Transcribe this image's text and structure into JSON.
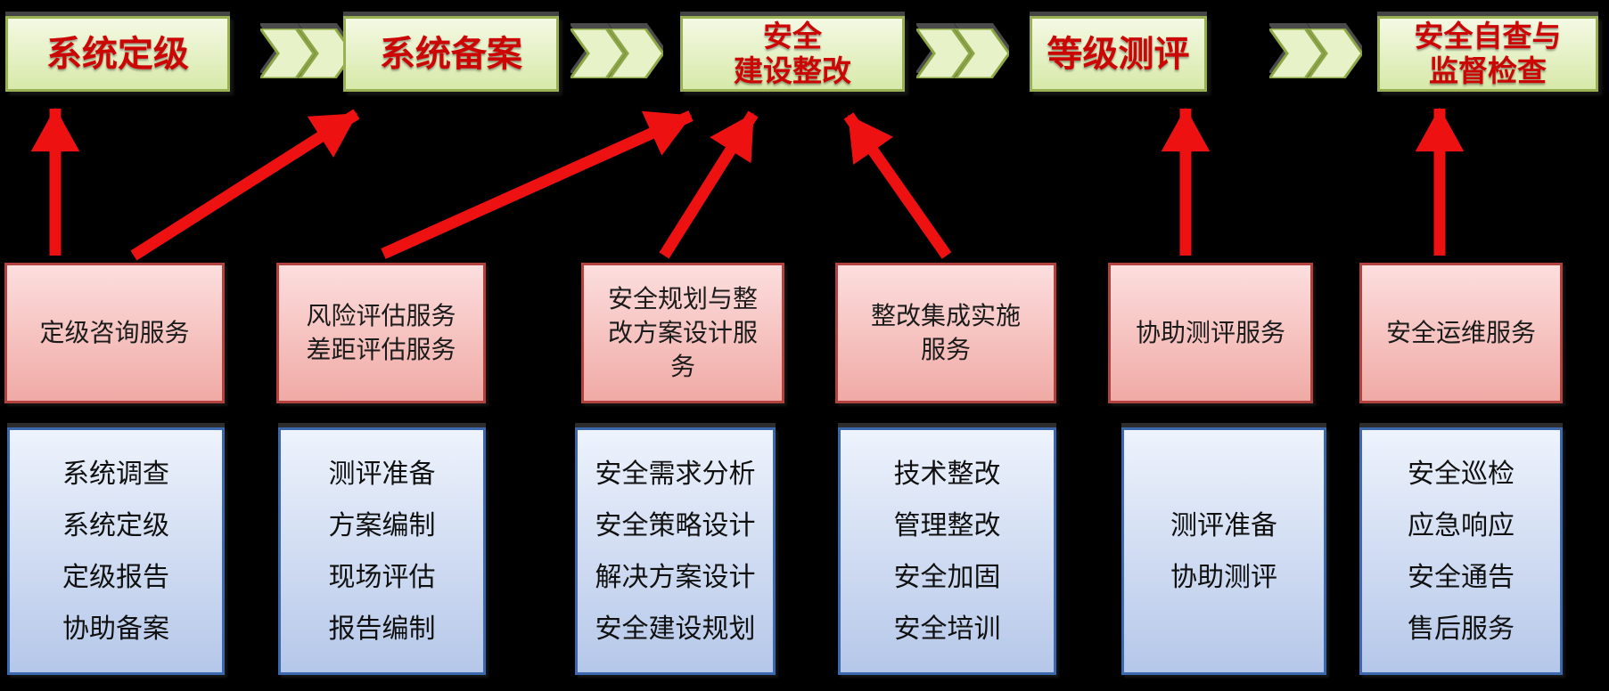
{
  "diagram": {
    "stages": [
      {
        "label": "系统定级"
      },
      {
        "label": "系统备案"
      },
      {
        "label": "安全\n建设整改"
      },
      {
        "label": "等级测评"
      },
      {
        "label": "安全自查与\n监督检查"
      }
    ],
    "services": [
      {
        "label": "定级咨询服务"
      },
      {
        "label": "风险评估服务\n差距评估服务"
      },
      {
        "label": "安全规划与整\n改方案设计服\n务"
      },
      {
        "label": "整改集成实施\n服务"
      },
      {
        "label": "协助测评服务"
      },
      {
        "label": "安全运维服务"
      }
    ],
    "task_groups": [
      {
        "items": [
          "系统调查",
          "系统定级",
          "定级报告",
          "协助备案"
        ]
      },
      {
        "items": [
          "测评准备",
          "方案编制",
          "现场评估",
          "报告编制"
        ]
      },
      {
        "items": [
          "安全需求分析",
          "安全策略设计",
          "解决方案设计",
          "安全建设规划"
        ]
      },
      {
        "items": [
          "技术整改",
          "管理整改",
          "安全加固",
          "安全培训"
        ]
      },
      {
        "items": [
          "测评准备",
          "协助测评"
        ]
      },
      {
        "items": [
          "安全巡检",
          "应急响应",
          "安全通告",
          "售后服务"
        ]
      }
    ],
    "connections": [
      {
        "from": "定级咨询服务",
        "to": "系统定级"
      },
      {
        "from": "定级咨询服务",
        "to": "系统备案"
      },
      {
        "from": "风险评估服务 差距评估服务",
        "to": "安全建设整改"
      },
      {
        "from": "安全规划与整改方案设计服务",
        "to": "安全建设整改"
      },
      {
        "from": "整改集成实施服务",
        "to": "安全建设整改"
      },
      {
        "from": "协助测评服务",
        "to": "等级测评"
      },
      {
        "from": "安全运维服务",
        "to": "安全自查与监督检查"
      }
    ],
    "colors": {
      "background": "#000000",
      "stage-fill-top": "#f4f9e4",
      "stage-fill-bottom": "#d7e9a9",
      "stage-border": "#9ab153",
      "stage-text": "#cc0505",
      "chevron-fill": "#e7f2c9",
      "chevron-border": "#8da746",
      "service-fill-top": "#fcdede",
      "service-fill-bottom": "#f0aaa5",
      "service-border": "#b2423e",
      "service-text": "#1b1b1b",
      "task-fill-top": "#eef3fc",
      "task-fill-bottom": "#b5c7e9",
      "task-border": "#3c68ae",
      "task-text": "#101010",
      "arrow": "#ee1111"
    }
  }
}
